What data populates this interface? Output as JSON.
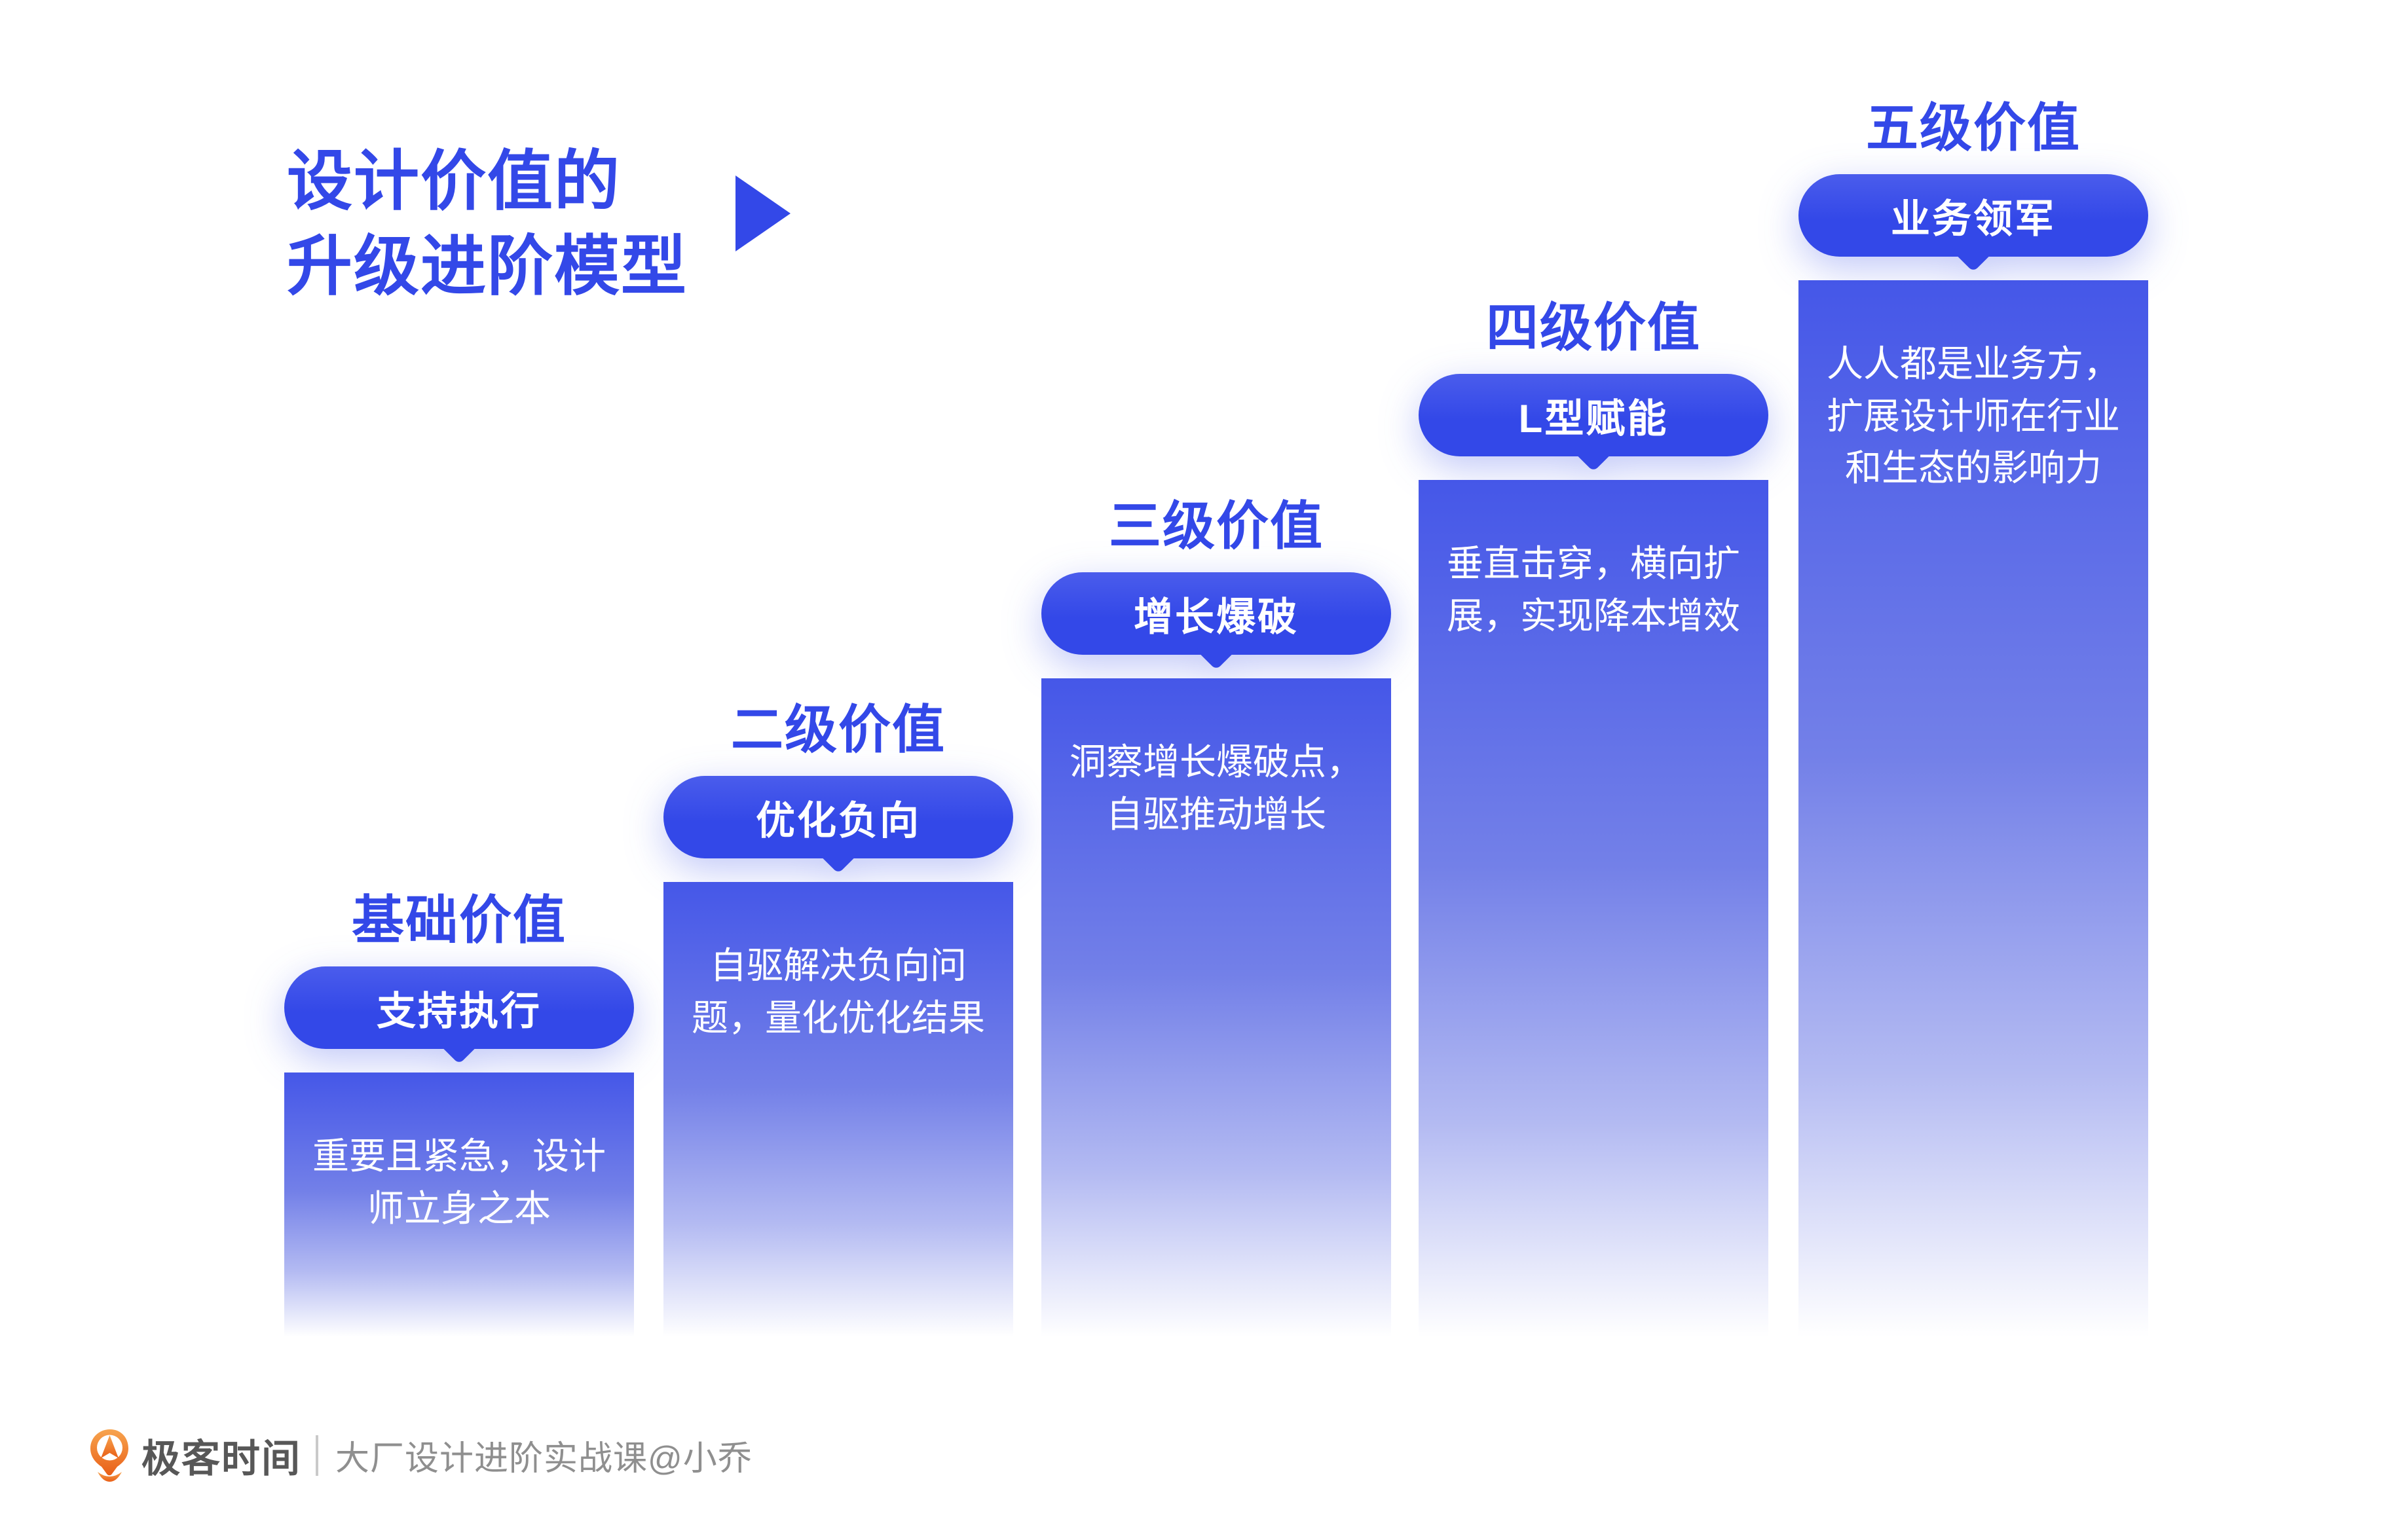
{
  "title": "设计价值的\n升级进阶模型",
  "colors": {
    "page_bg": "#FFFFFF",
    "primary_blue": "#3348E8",
    "bar_gradient_top": "#4557E8",
    "pill_text_white": "#FFFFFF",
    "bar_text_white": "#FFFFFF",
    "footer_brand_gray": "#575757",
    "footer_course_gray": "#8F8F8F",
    "footer_divider_gray": "#C9C9C9",
    "logo_orange_light": "#F7A44F",
    "logo_orange_dark": "#E95F17"
  },
  "steps": [
    {
      "level_label": "基础价值",
      "pill_label": "支持执行",
      "description": "重要且紧急，设计\n师立身之本"
    },
    {
      "level_label": "二级价值",
      "pill_label": "优化负向",
      "description": "自驱解决负向问\n题，量化优化结果"
    },
    {
      "level_label": "三级价值",
      "pill_label": "增长爆破",
      "description": "洞察增长爆破点，\n自驱推动增长"
    },
    {
      "level_label": "四级价值",
      "pill_label": "L型赋能",
      "description": "垂直击穿，横向扩\n展，实现降本增效"
    },
    {
      "level_label": "五级价值",
      "pill_label": "业务领军",
      "description": "人人都是业务方，\n扩展设计师在行业\n和生态的影响力"
    }
  ],
  "footer": {
    "brand": "极客时间",
    "course": "大厂设计进阶实战课@小乔"
  }
}
